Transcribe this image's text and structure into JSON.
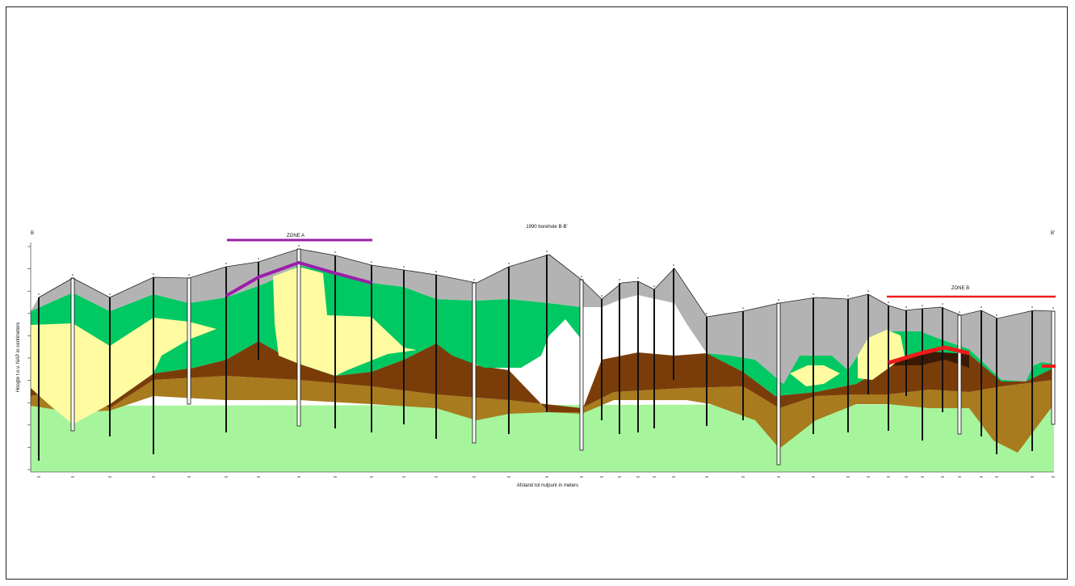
{
  "title": "1990 borehole B-B'",
  "left_end_label": "B",
  "right_end_label": "B'",
  "y_axis_label": "Hoogte t.o.v. NAP in centimeters",
  "x_axis_label": "Afstand tot nulpunt in meters",
  "zones": [
    {
      "label": "ZONE A",
      "color": "#9b1fa8"
    },
    {
      "label": "ZONE B",
      "color": "#ee1b1b"
    }
  ],
  "colors": {
    "grey_layer": "#b3b3b3",
    "green_layer": "#00c863",
    "yellow_layer": "#fefba0",
    "brown_layer": "#7a3d0a",
    "ochre_layer": "#a87b1e",
    "lightgreen_layer": "#a6f59d",
    "zone_a_line": "#9b1fa8",
    "zone_b_line": "#ee1b1b"
  }
}
